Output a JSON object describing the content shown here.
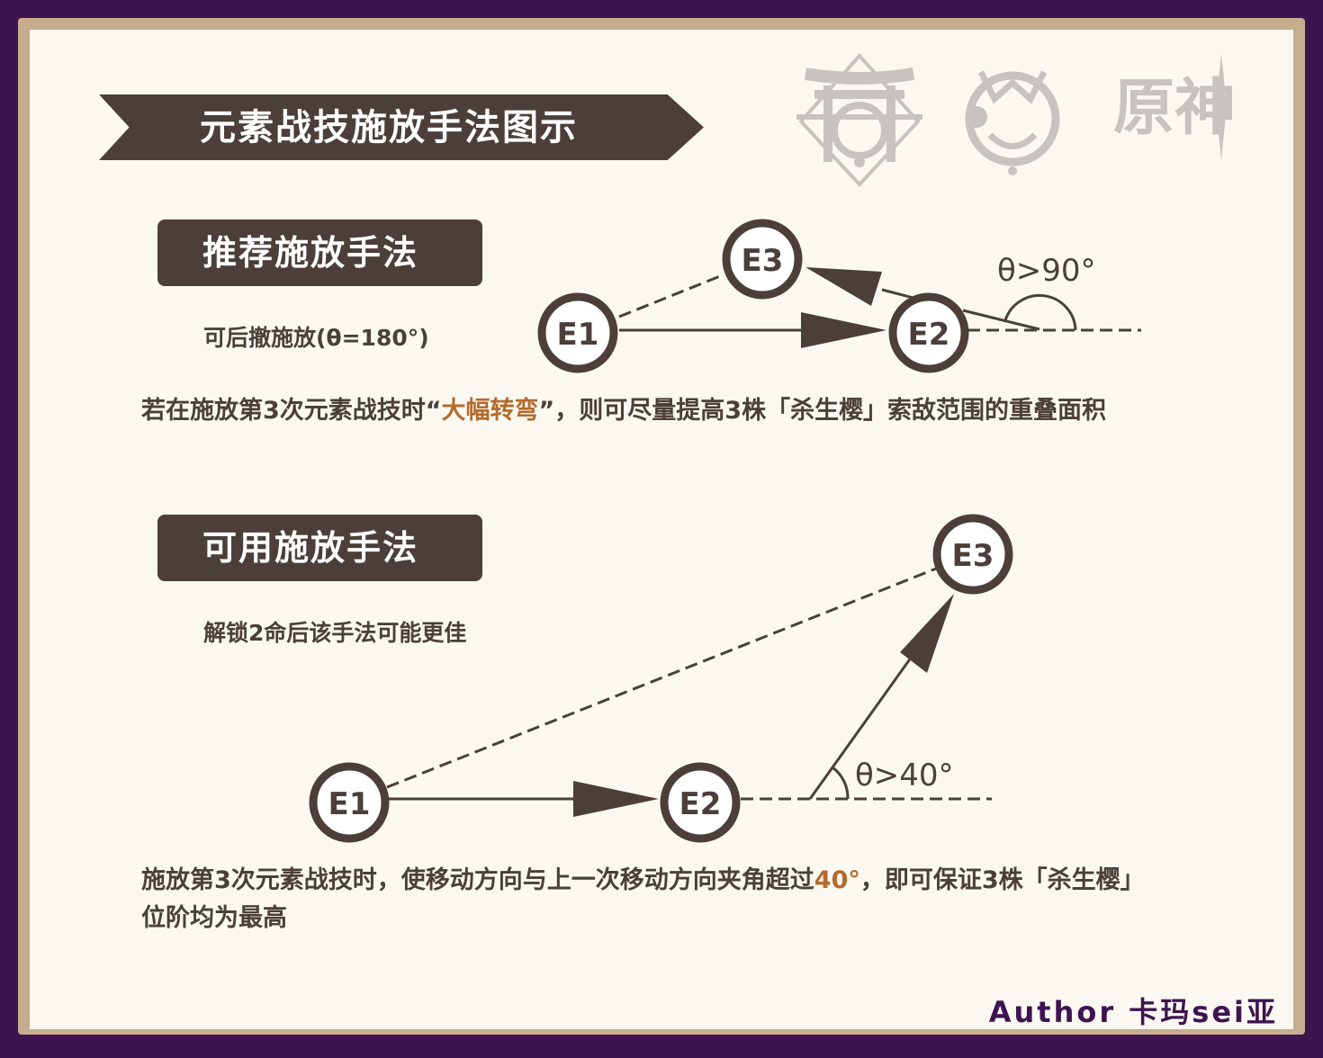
{
  "title": "元素战技施放手法图示",
  "section1": {
    "label": "推荐施放手法",
    "note": "可后撤施放(θ=180°)",
    "angle_label": "θ>90°",
    "nodes": [
      "E1",
      "E2",
      "E3"
    ],
    "desc_pre": "若在施放第3次元素战技时“",
    "desc_highlight": "大幅转弯",
    "desc_post": "”，则可尽量提高3株「杀生樱」索敌范围的重叠面积"
  },
  "section2": {
    "label": "可用施放手法",
    "note": "解锁2命后该手法可能更佳",
    "angle_label": "θ>40°",
    "nodes": [
      "E1",
      "E2",
      "E3"
    ],
    "desc_pre": "施放第3次元素战技时，使移动方向与上一次移动方向夹角超过",
    "desc_highlight": "40°",
    "desc_post": "，即可保证3株「杀生樱」位阶均为最高"
  },
  "logos": {
    "logo3_text": "原神",
    "icons": [
      "torii-shrine-icon",
      "fox-kitsune-icon",
      "genshin-logo-icon"
    ]
  },
  "author": "Author   卡玛sei亚",
  "colors": {
    "dark": "#4c3f39",
    "highlight": "#b56a2d",
    "frame": "#3e1450",
    "border": "#c7ad8d"
  }
}
